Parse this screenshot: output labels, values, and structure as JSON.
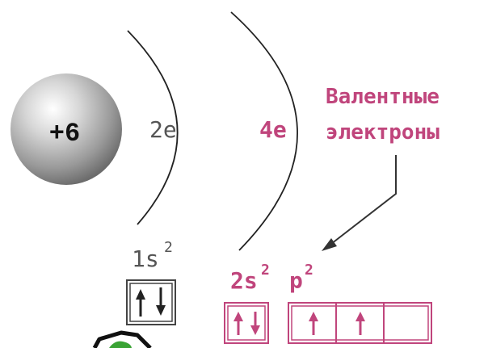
{
  "nucleus": {
    "charge": "+6"
  },
  "shells": [
    {
      "electron_count": "2e",
      "orbital": "1s",
      "superscript": "2"
    },
    {
      "electron_count": "4e",
      "orbital": "2s",
      "superscript": "2",
      "suborbital": "p",
      "sub_superscript": "2"
    }
  ],
  "annotation": {
    "line1": "Валентные",
    "line2": "электроны"
  },
  "orbital_boxes": {
    "shell1": [
      {
        "spins": "up-down"
      }
    ],
    "shell2_s": [
      {
        "spins": "up-down"
      }
    ],
    "shell2_p": [
      {
        "spins": "up"
      },
      {
        "spins": "up"
      },
      {
        "spins": "empty"
      }
    ]
  },
  "colors": {
    "shell1": "#444444",
    "shell2": "#c0457c",
    "annotation": "#c0457c",
    "nucleus_text": "#111111",
    "shell_arc": "#222222",
    "arrow": "#333333",
    "icon_outline": "#111111",
    "icon_fill": "#3aa335"
  }
}
